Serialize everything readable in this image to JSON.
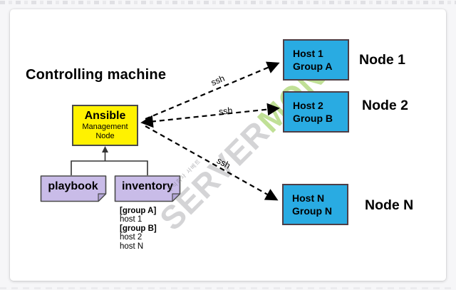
{
  "title": "Controlling machine",
  "controller": {
    "name": "Ansible",
    "sub_line1": "Management",
    "sub_line2": "Node"
  },
  "docs": {
    "playbook_label": "playbook",
    "inventory_label": "inventory"
  },
  "inventory_listing": [
    {
      "text": "[group A]",
      "bold": true
    },
    {
      "text": "host 1",
      "bold": false
    },
    {
      "text": "[group B]",
      "bold": true
    },
    {
      "text": "host 2",
      "bold": false
    },
    {
      "text": "host N",
      "bold": false
    }
  ],
  "ssh_labels": [
    "ssh",
    "ssh",
    "ssh"
  ],
  "nodes": [
    {
      "host": "Host 1",
      "group": "Group A",
      "label": "Node 1"
    },
    {
      "host": "Host 2",
      "group": "Group B",
      "label": "Node 2"
    },
    {
      "host": "Host N",
      "group": "Group N",
      "label": "Node N"
    }
  ],
  "watermark": {
    "primary": "SERVER",
    "accent": "MON",
    "company": "주식회사 사베트"
  },
  "colors": {
    "controller_fill": "#FFF200",
    "host_fill": "#29ABE2",
    "doc_fill": "#C9BCE8",
    "doc_fold": "#B3A6D6",
    "line_color": "#000000",
    "border_color": "#4A4A4A",
    "watermark_accent": "#8DC63F"
  }
}
